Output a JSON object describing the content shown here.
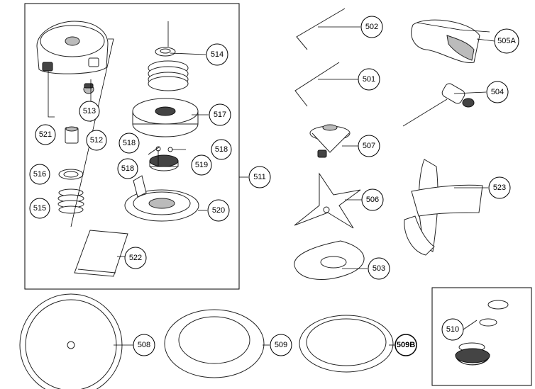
{
  "callouts": [
    {
      "id": "502",
      "label": "502"
    },
    {
      "id": "501",
      "label": "501"
    },
    {
      "id": "505A",
      "label": "505A"
    },
    {
      "id": "504",
      "label": "504"
    },
    {
      "id": "507",
      "label": "507"
    },
    {
      "id": "506",
      "label": "506"
    },
    {
      "id": "503",
      "label": "503"
    },
    {
      "id": "523",
      "label": "523"
    },
    {
      "id": "514",
      "label": "514"
    },
    {
      "id": "517",
      "label": "517"
    },
    {
      "id": "513",
      "label": "513"
    },
    {
      "id": "512",
      "label": "512"
    },
    {
      "id": "521",
      "label": "521"
    },
    {
      "id": "518a",
      "label": "518"
    },
    {
      "id": "518b",
      "label": "518"
    },
    {
      "id": "518c",
      "label": "518"
    },
    {
      "id": "519",
      "label": "519"
    },
    {
      "id": "516",
      "label": "516"
    },
    {
      "id": "515",
      "label": "515"
    },
    {
      "id": "520",
      "label": "520"
    },
    {
      "id": "511",
      "label": "511"
    },
    {
      "id": "522",
      "label": "522"
    },
    {
      "id": "508",
      "label": "508"
    },
    {
      "id": "509",
      "label": "509"
    },
    {
      "id": "509B",
      "label": "509B"
    },
    {
      "id": "510",
      "label": "510"
    }
  ]
}
